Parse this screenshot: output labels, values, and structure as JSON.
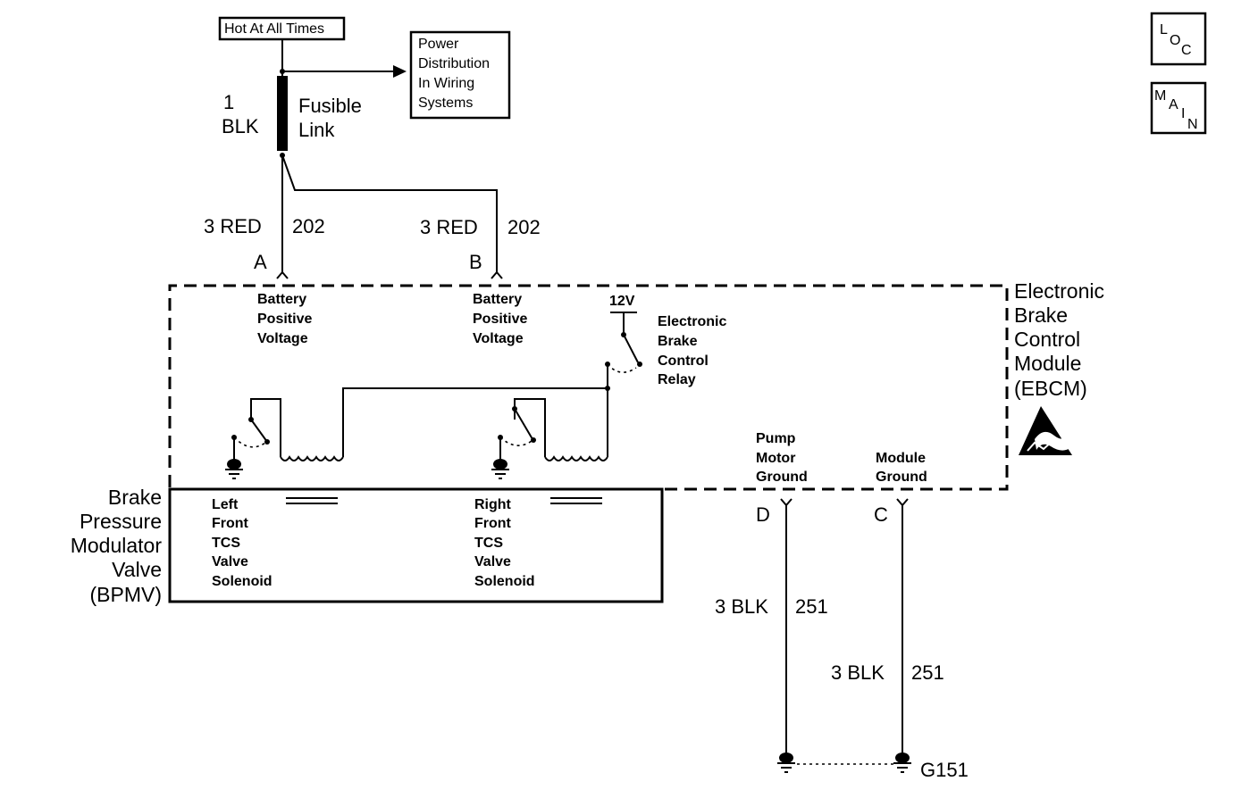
{
  "nav": {
    "loc_letters": [
      "L",
      "O",
      "C"
    ],
    "main_letters": [
      "M",
      "A",
      "I",
      "N"
    ]
  },
  "power": {
    "hot_label": "Hot At All Times",
    "distribution_lines": [
      "Power",
      "Distribution",
      "In Wiring",
      "Systems"
    ],
    "fusible_wire_lines": [
      "1",
      "BLK"
    ],
    "fusible_link_lines": [
      "Fusible",
      "Link"
    ]
  },
  "wires": {
    "a": {
      "gauge_color": "3 RED",
      "circuit": "202",
      "pin": "A"
    },
    "b": {
      "gauge_color": "3 RED",
      "circuit": "202",
      "pin": "B"
    },
    "d": {
      "gauge_color": "3 BLK",
      "circuit": "251",
      "pin": "D"
    },
    "c": {
      "gauge_color": "3 BLK",
      "circuit": "251",
      "pin": "C"
    }
  },
  "ebcm": {
    "title_lines": [
      "Electronic",
      "Brake",
      "Control",
      "Module",
      "(EBCM)"
    ],
    "pin_a_lines": [
      "Battery",
      "Positive",
      "Voltage"
    ],
    "pin_b_lines": [
      "Battery",
      "Positive",
      "Voltage"
    ],
    "relay_voltage": "12V",
    "relay_lines": [
      "Electronic",
      "Brake",
      "Control",
      "Relay"
    ],
    "pump_ground_lines": [
      "Pump",
      "Motor",
      "Ground"
    ],
    "module_ground_lines": [
      "Module",
      "Ground"
    ]
  },
  "bpmv": {
    "title_lines": [
      "Brake",
      "Pressure",
      "Modulator",
      "Valve",
      "(BPMV)"
    ],
    "left_solenoid_lines": [
      "Left",
      "Front",
      "TCS",
      "Valve",
      "Solenoid"
    ],
    "right_solenoid_lines": [
      "Right",
      "Front",
      "TCS",
      "Valve",
      "Solenoid"
    ]
  },
  "ground": {
    "label": "G151"
  }
}
